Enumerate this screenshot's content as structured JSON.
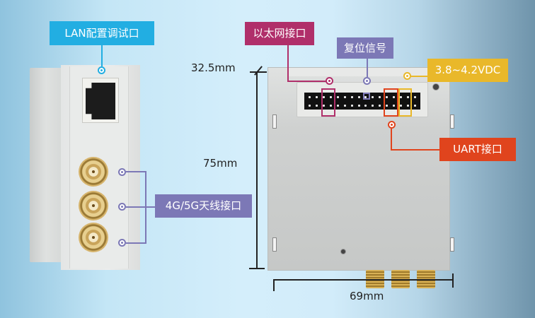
{
  "labels": {
    "lan": "LAN配置调试口",
    "antenna": "4G/5G天线接口",
    "ethernet": "以太网接口",
    "reset": "复位信号",
    "power": "3.8~4.2VDC",
    "uart": "UART接口"
  },
  "dimensions": {
    "depth": "32.5mm",
    "height": "75mm",
    "width": "69mm"
  },
  "colors": {
    "lan": "#22aee2",
    "antenna": "#7c78b6",
    "ethernet": "#b02f6a",
    "reset": "#7c78b6",
    "power": "#e9b82a",
    "uart": "#e0441d"
  }
}
